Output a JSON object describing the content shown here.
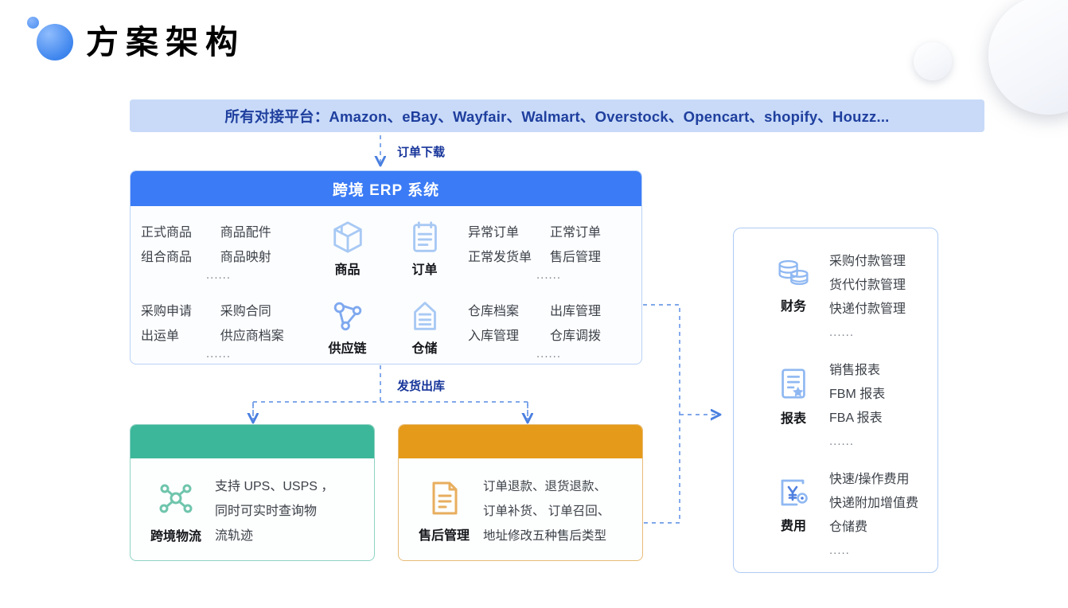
{
  "page": {
    "title": "方案架构",
    "accent_blue": "#3b7bf5",
    "banner_bg": "#c8daf8",
    "green": "#3cb79a",
    "orange": "#e59b19",
    "text_dark": "#3c4148"
  },
  "platform_banner": {
    "text": "所有对接平台：Amazon、eBay、Wayfair、Walmart、Overstock、Opencart、shopify、Houzz..."
  },
  "flow_labels": {
    "order_download": "订单下载",
    "ship_out": "发货出库"
  },
  "erp": {
    "header": "跨境 ERP 系统",
    "rows": [
      {
        "left_col": {
          "items": [
            [
              "正式商品",
              "商品配件"
            ],
            [
              "组合商品",
              "商品映射"
            ]
          ],
          "dots": "......"
        },
        "icons": [
          {
            "name": "商品",
            "icon": "box-icon"
          },
          {
            "name": "订单",
            "icon": "clipboard-icon"
          }
        ],
        "right_col": {
          "items": [
            [
              "异常订单",
              "正常订单"
            ],
            [
              "正常发货单",
              "售后管理"
            ]
          ],
          "dots": "......"
        }
      },
      {
        "left_col": {
          "items": [
            [
              "采购申请",
              "采购合同"
            ],
            [
              "出运单",
              "供应商档案"
            ]
          ],
          "dots": "......"
        },
        "icons": [
          {
            "name": "供应链",
            "icon": "supply-chain-network-icon"
          },
          {
            "name": "仓储",
            "icon": "warehouse-document-icon"
          }
        ],
        "right_col": {
          "items": [
            [
              "仓库档案",
              "出库管理"
            ],
            [
              "入库管理",
              "仓库调拨"
            ]
          ],
          "dots": "......"
        }
      }
    ]
  },
  "bottom_cards": [
    {
      "label": "跨境物流",
      "icon": "logistics-network-icon",
      "desc_lines": [
        "支持 UPS、USPS ，",
        "同时可实时查询物",
        "流轨迹"
      ],
      "color": "#3cb79a"
    },
    {
      "label": "售后管理",
      "icon": "aftersale-document-icon",
      "desc_lines": [
        "订单退款、退货退款、",
        "订单补货、 订单召回、",
        "地址修改五种售后类型"
      ],
      "color": "#e59b19"
    }
  ],
  "right_panel": {
    "sections": [
      {
        "label": "财务",
        "icon": "coins-icon",
        "items": [
          "采购付款管理",
          "货代付款管理",
          "快递付款管理"
        ],
        "dots": "......"
      },
      {
        "label": "报表",
        "icon": "report-document-icon",
        "items": [
          "销售报表",
          "FBM 报表",
          "FBA 报表"
        ],
        "dots": "......"
      },
      {
        "label": "费用",
        "icon": "yen-fee-icon",
        "items": [
          "快速/操作费用",
          "快递附加增值费",
          "仓储费"
        ],
        "dots": "....."
      }
    ]
  }
}
